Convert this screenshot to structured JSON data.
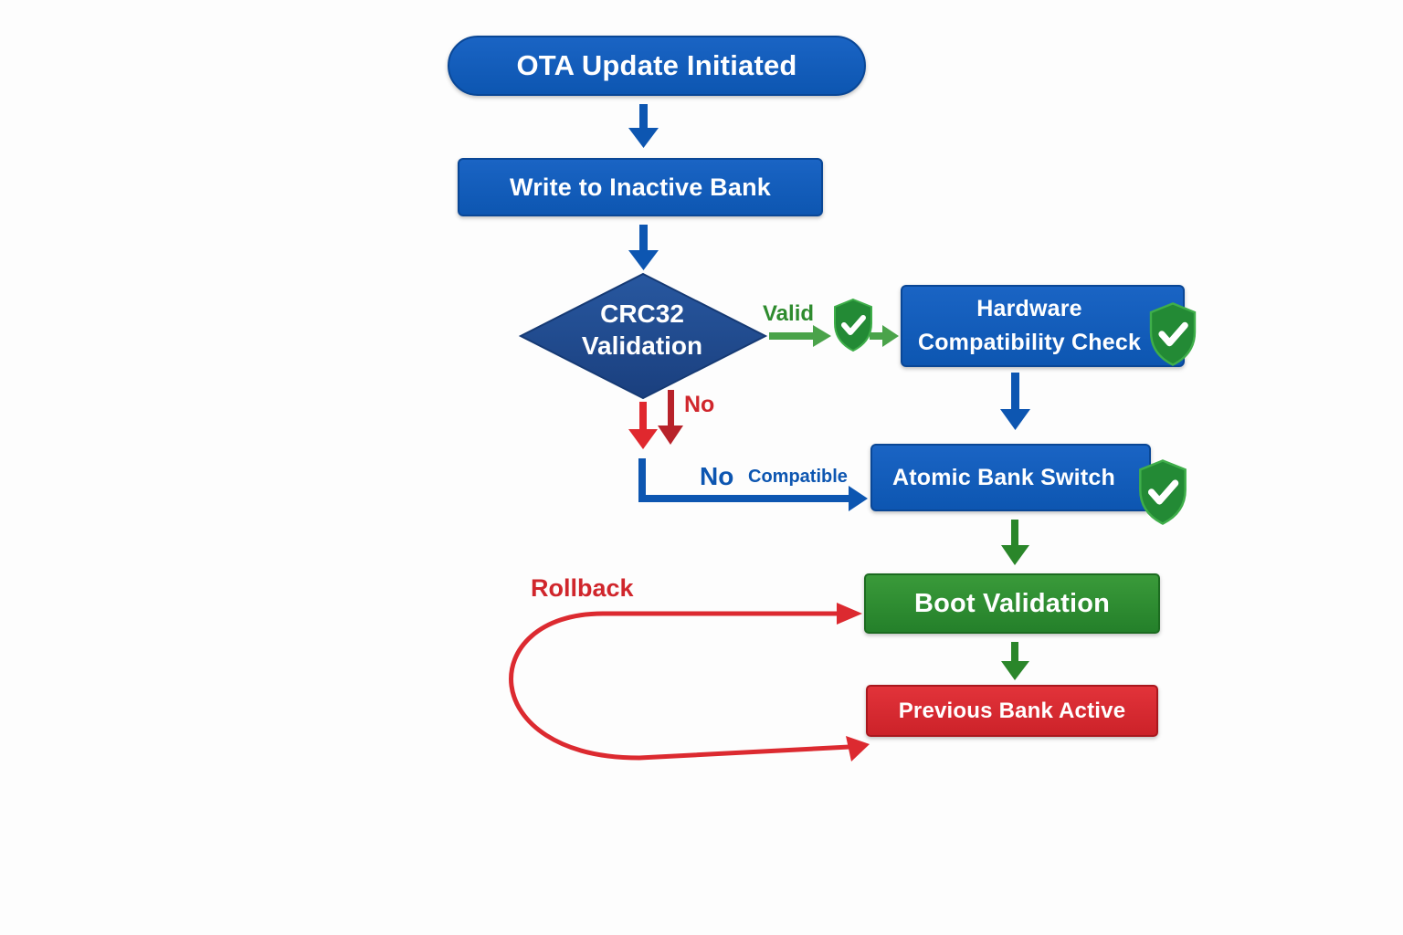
{
  "diagram": {
    "title": "OTA Update Flow",
    "colors": {
      "process_blue": "#0d56b1",
      "decision_blue": "#1f4a8c",
      "success_green": "#2e8b2e",
      "error_red": "#d0262c"
    },
    "nodes": {
      "start": {
        "label": "OTA Update Initiated",
        "shape": "terminal"
      },
      "write": {
        "label": "Write to Inactive Bank",
        "shape": "process"
      },
      "crc": {
        "label_line1": "CRC32",
        "label_line2": "Validation",
        "shape": "decision"
      },
      "hardware": {
        "label_line1": "Hardware",
        "label_line2": "Compatibility Check",
        "shape": "process",
        "icon": "shield-check-icon"
      },
      "atomic": {
        "label": "Atomic Bank Switch",
        "shape": "process",
        "icon": "shield-check-icon"
      },
      "boot": {
        "label": "Boot Validation",
        "shape": "process"
      },
      "previous": {
        "label": "Previous Bank Active",
        "shape": "process"
      }
    },
    "edge_labels": {
      "valid": "Valid",
      "no_red": "No",
      "no_blue": "No",
      "compatible": "Compatible",
      "rollback": "Rollback"
    },
    "edges": [
      {
        "from": "start",
        "to": "write",
        "color": "blue"
      },
      {
        "from": "write",
        "to": "crc",
        "color": "blue"
      },
      {
        "from": "crc",
        "to": "hardware",
        "label": "Valid",
        "color": "green"
      },
      {
        "from": "crc",
        "to": "down",
        "label": "No",
        "color": "red"
      },
      {
        "from": "crc",
        "to": "atomic",
        "label": "No Compatible",
        "color": "blue"
      },
      {
        "from": "hardware",
        "to": "atomic",
        "color": "blue"
      },
      {
        "from": "atomic",
        "to": "boot",
        "color": "green"
      },
      {
        "from": "boot",
        "to": "previous",
        "color": "green"
      },
      {
        "from": "previous",
        "to": "boot",
        "label": "Rollback",
        "color": "red"
      }
    ]
  }
}
